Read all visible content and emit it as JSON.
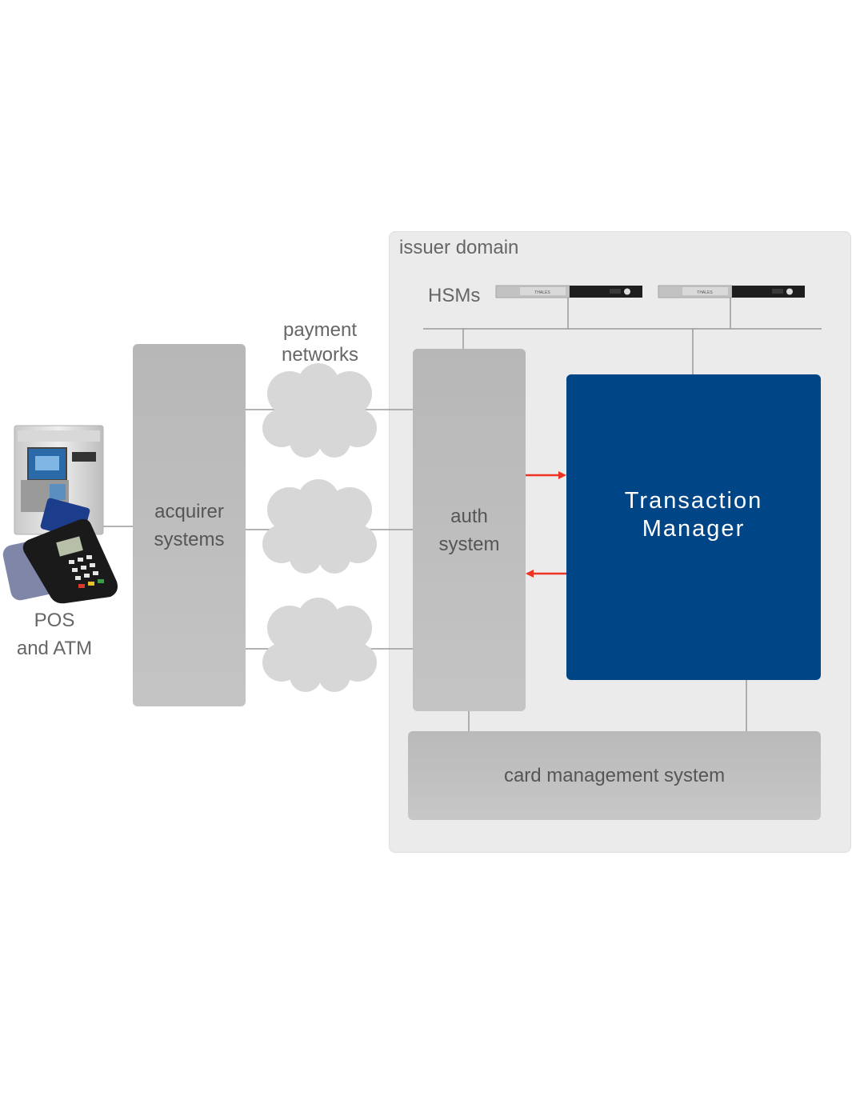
{
  "issuer_domain": {
    "label": "issuer domain"
  },
  "hsms": {
    "label": "HSMs",
    "brand": "THALES"
  },
  "payment_networks": {
    "line1": "payment",
    "line2": "networks"
  },
  "pos_atm": {
    "line1": "POS",
    "line2": "and ATM"
  },
  "acquirer": {
    "line1": "acquirer",
    "line2": "systems"
  },
  "auth": {
    "line1": "auth",
    "line2": "system"
  },
  "transaction_manager": {
    "line1": "Transaction",
    "line2": "Manager"
  },
  "card_management": {
    "label": "card management system"
  },
  "colors": {
    "brand_blue": "#004586",
    "arrow_red": "#ee3322",
    "box_gray": "#bebebe",
    "domain_gray": "#ebebeb"
  }
}
